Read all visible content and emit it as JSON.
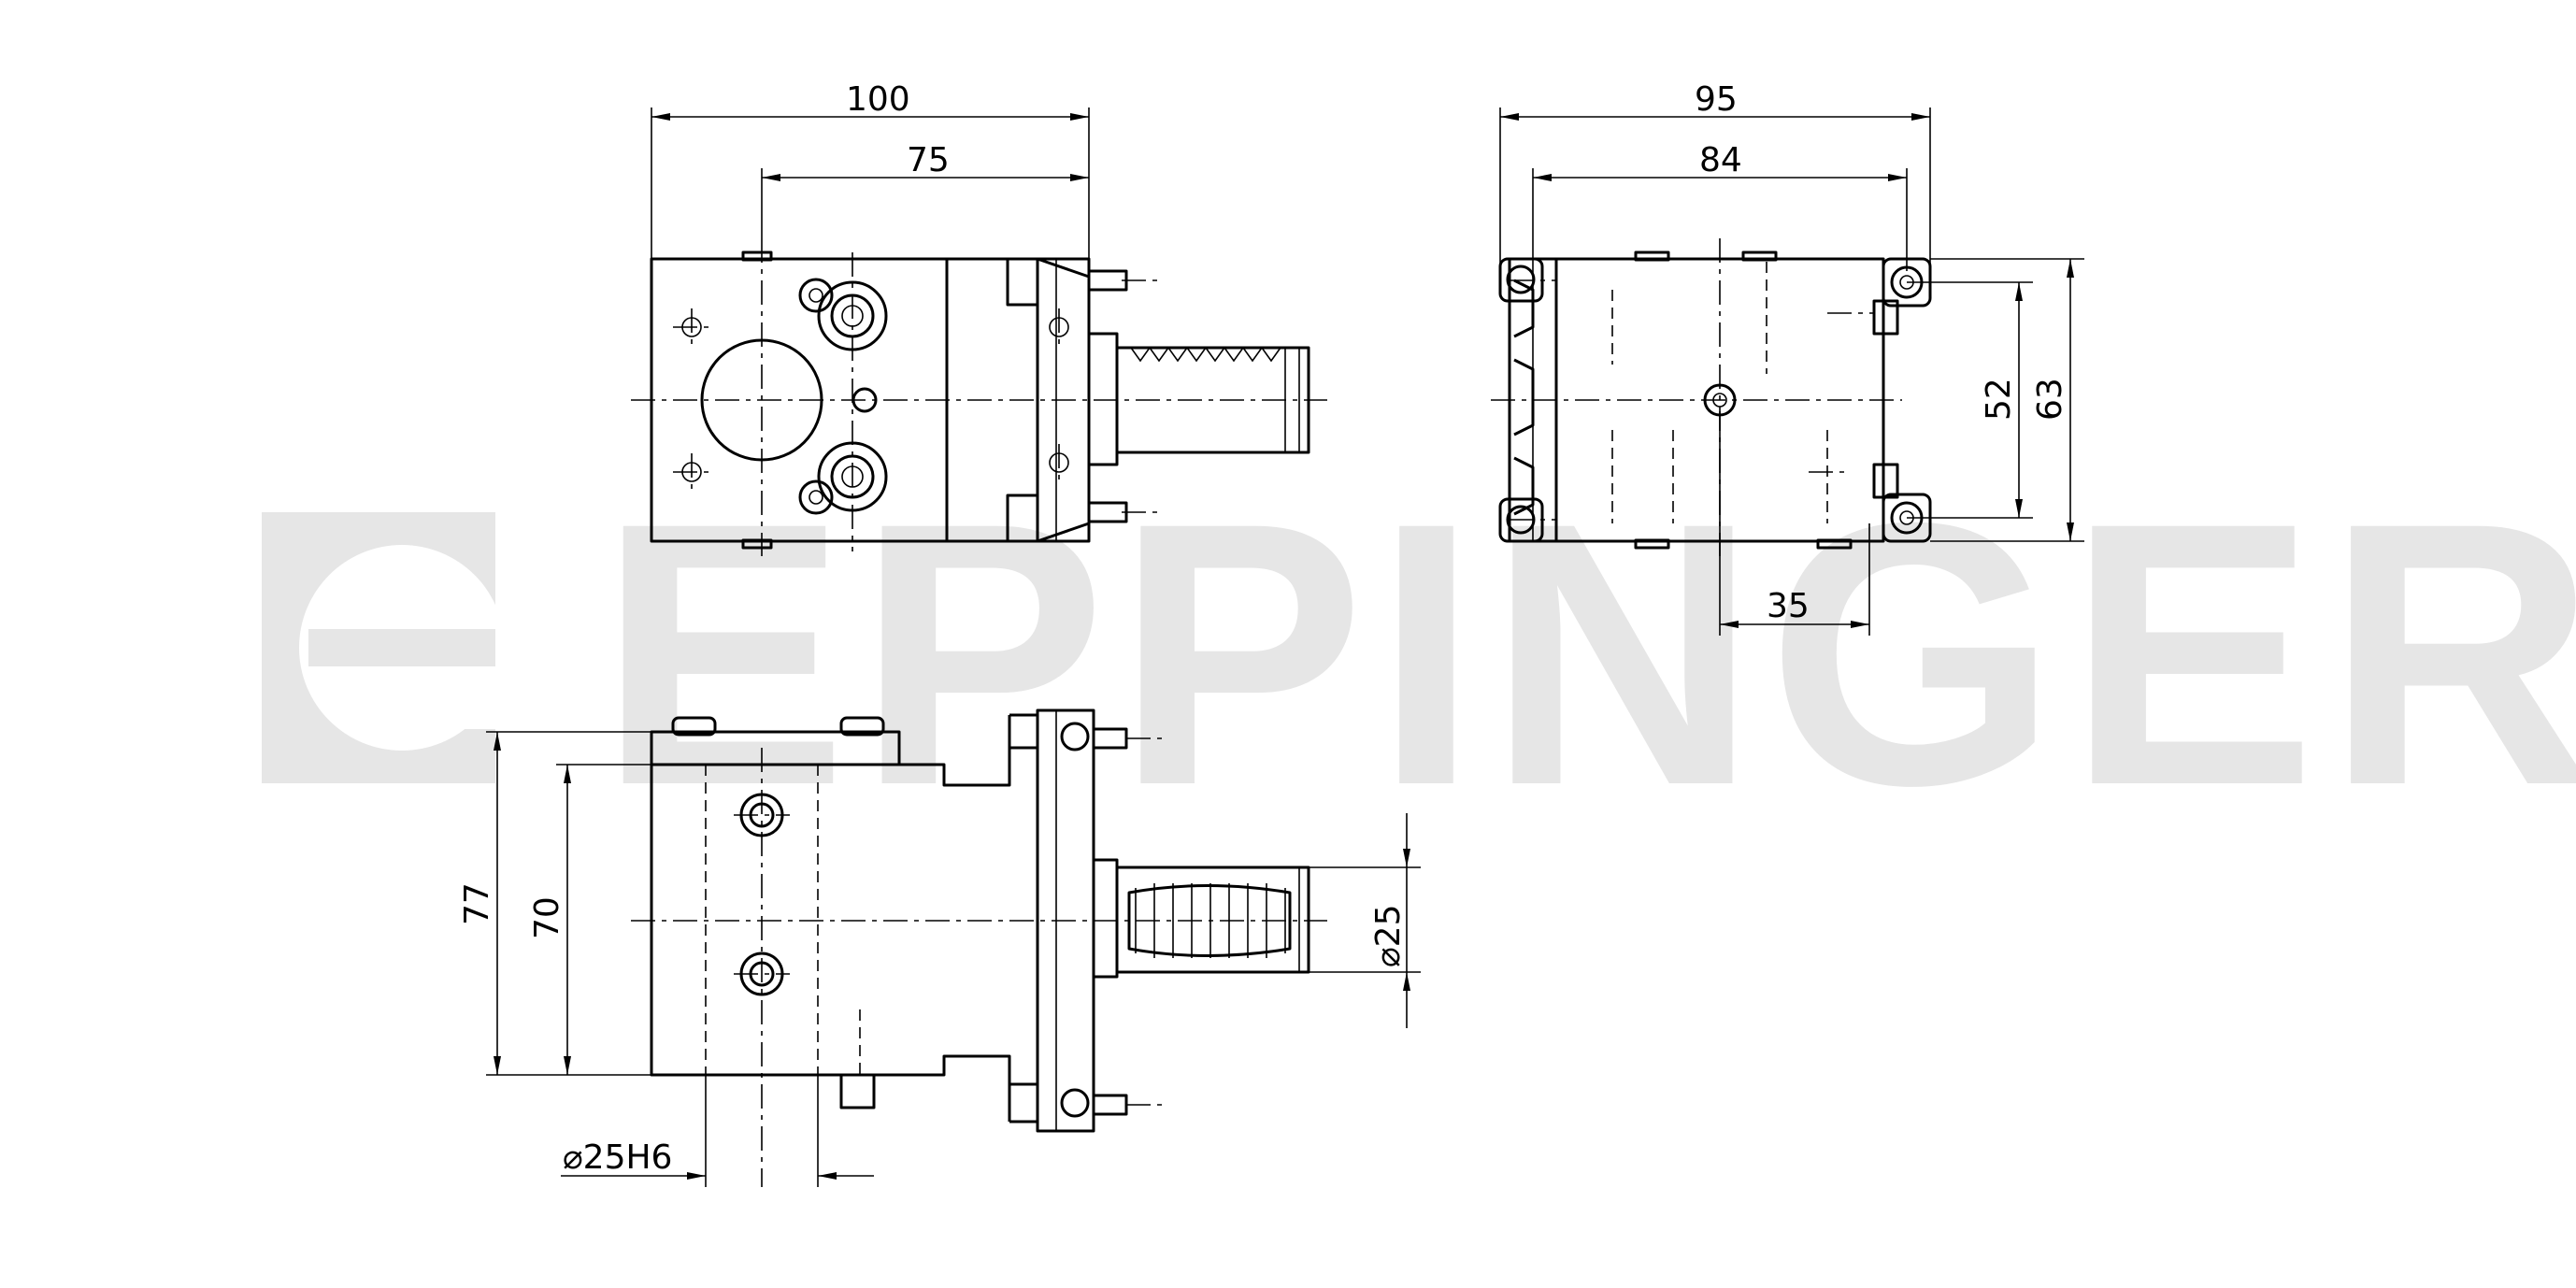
{
  "watermark": {
    "text": "EPPINGER"
  },
  "dimensions": {
    "top_overall_width": "100",
    "top_inner_width": "75",
    "side_overall_width": "95",
    "side_inner_width": "84",
    "side_height_inner": "52",
    "side_height_outer": "63",
    "side_offset": "35",
    "front_height_outer": "77",
    "front_height_inner": "70",
    "shank_diameter": "⌀25",
    "bore_diameter": "⌀25H6"
  }
}
